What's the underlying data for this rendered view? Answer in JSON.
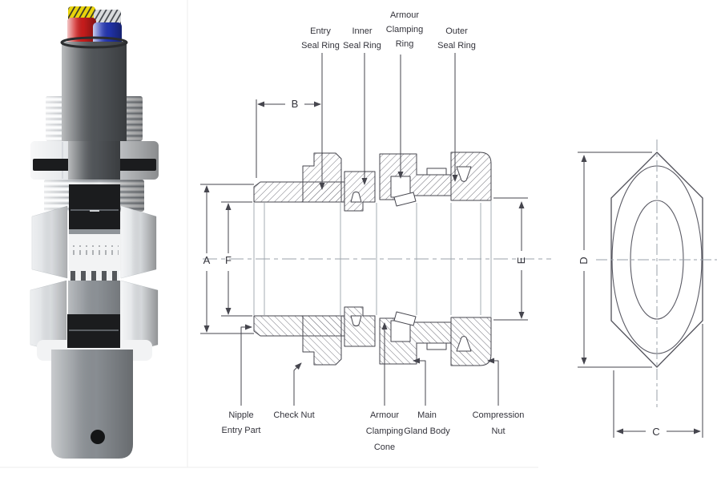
{
  "palette": {
    "line": "#46464e",
    "hatch": "#73737c",
    "text": "#33333b",
    "centerline": "#9aa2aa",
    "metal": "#dfe2e5",
    "sheath": "#53575b",
    "tube": "#8d9297",
    "seal_black": "#1b1c1e",
    "core_red": "#cf1d1d",
    "core_blue": "#2336b4",
    "cap_yellow": "#e9d40c",
    "cap_grey": "#d9dbdd",
    "internal_white": "#f2f3f4",
    "internal_grey": "#8f9499",
    "drawing_fill": "#ffffff"
  },
  "diagram": {
    "top_labels": [
      {
        "lines": [
          "Entry",
          "Seal Ring"
        ]
      },
      {
        "lines": [
          "Inner",
          "Seal Ring"
        ]
      },
      {
        "lines": [
          "Armour",
          "Clamping",
          "Ring"
        ]
      },
      {
        "lines": [
          "Outer",
          "Seal Ring"
        ]
      }
    ],
    "bottom_labels": [
      {
        "lines": [
          "Nipple",
          "Entry Part"
        ]
      },
      {
        "lines": [
          "Check Nut"
        ]
      },
      {
        "lines": [
          "Armour",
          "Clamping",
          "Cone"
        ]
      },
      {
        "lines": [
          "Main",
          "Gland Body"
        ]
      },
      {
        "lines": [
          "Compression",
          "Nut"
        ]
      }
    ],
    "dimension_labels": {
      "a": "A",
      "b": "B",
      "c": "C",
      "d": "D",
      "e": "E",
      "f": "F"
    }
  }
}
